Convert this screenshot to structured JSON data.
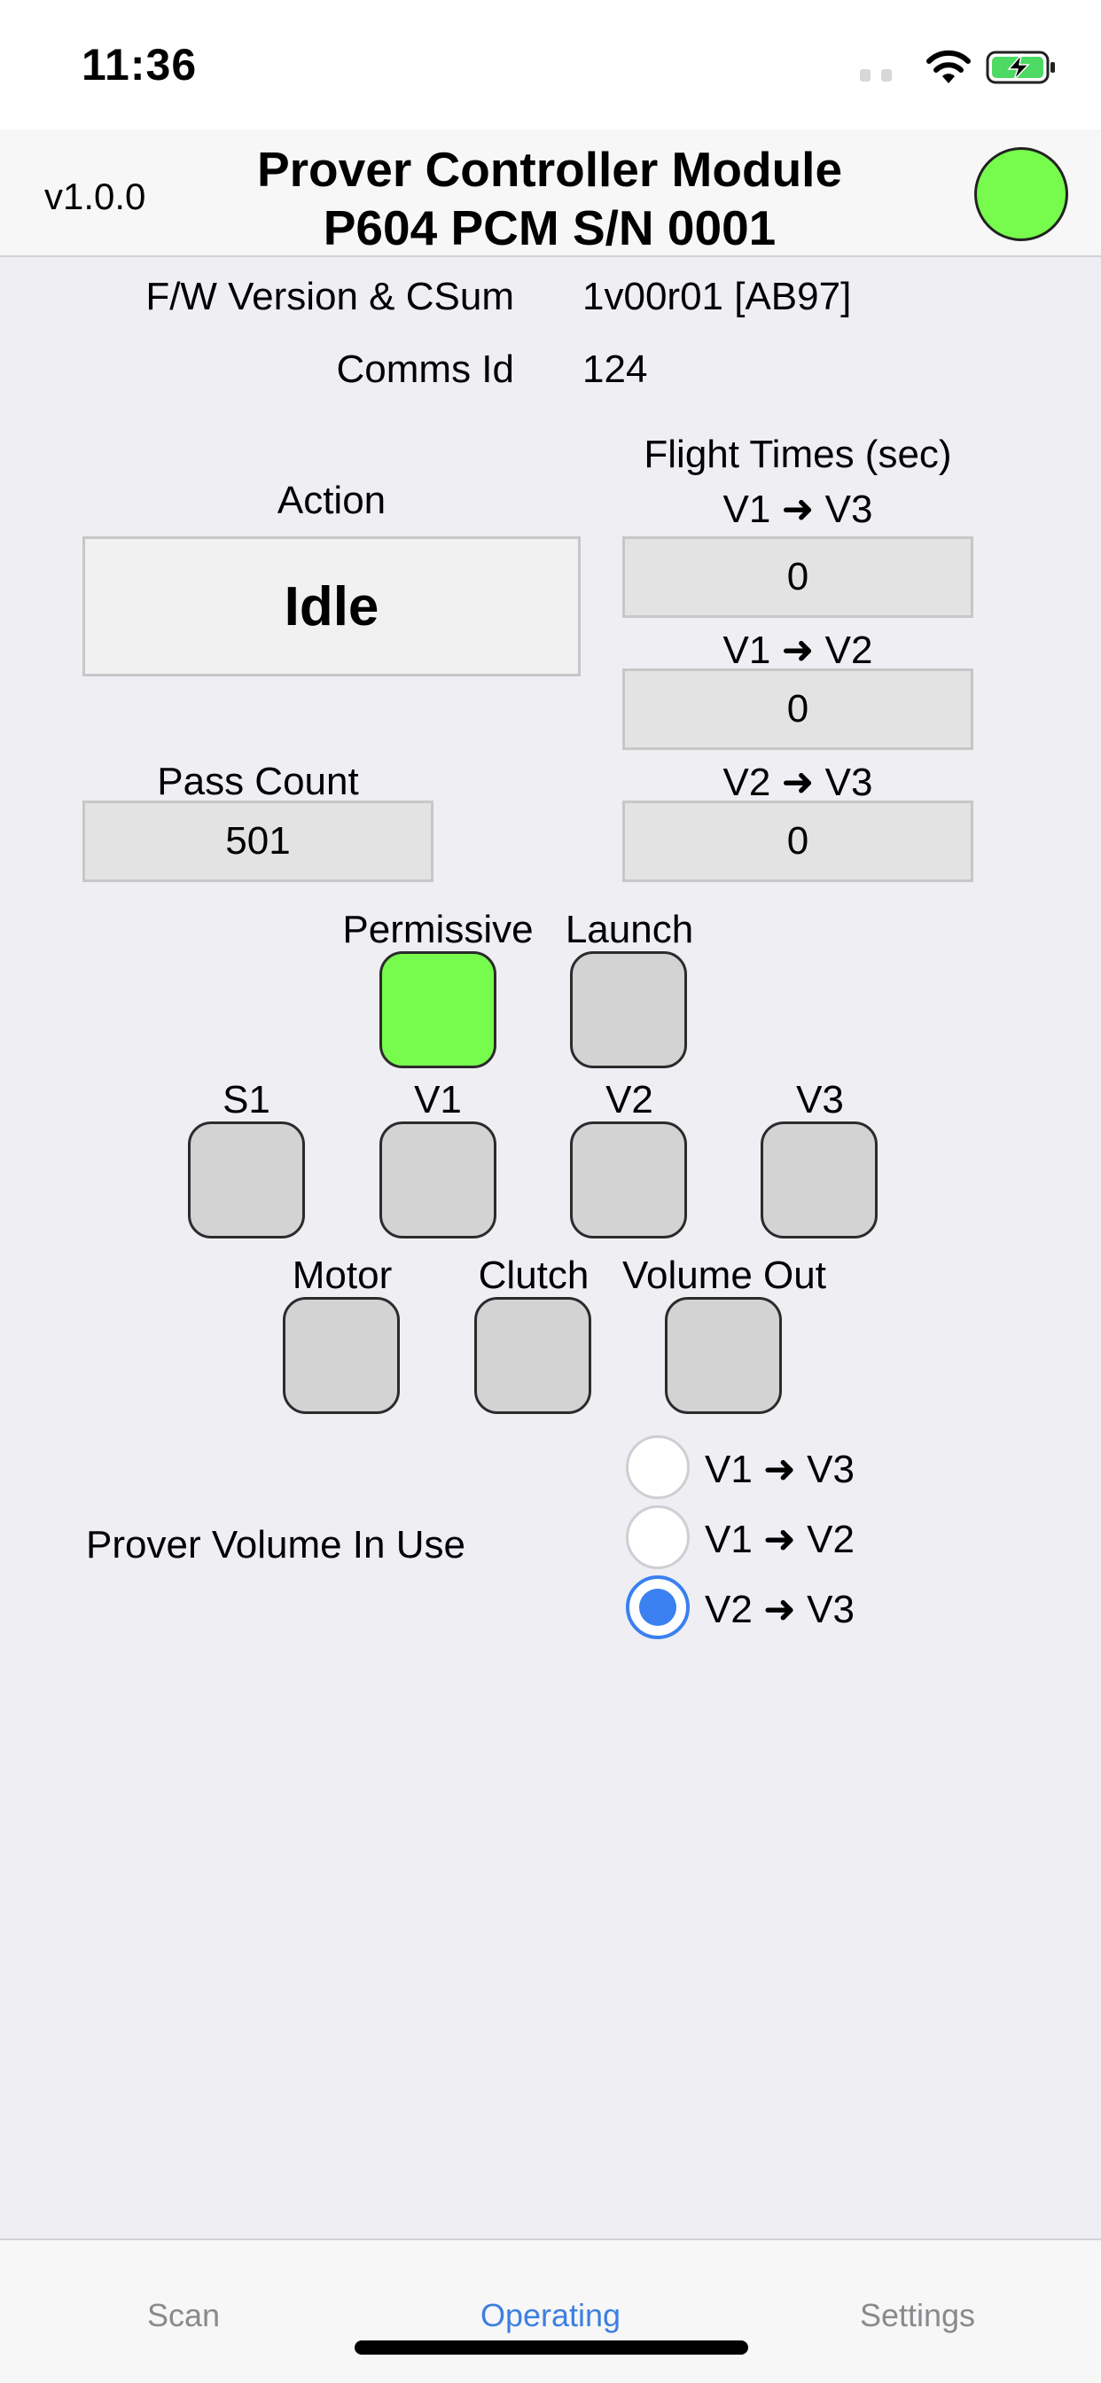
{
  "status_bar": {
    "time": "11:36"
  },
  "header": {
    "version": "v1.0.0",
    "title_line1": "Prover Controller Module",
    "title_line2": "P604 PCM S/N 0001",
    "connection_color": "#77fb4c"
  },
  "info": {
    "fw_label": "F/W Version & CSum",
    "fw_value": "1v00r01 [AB97]",
    "comms_label": "Comms Id",
    "comms_value": "124"
  },
  "action": {
    "label": "Action",
    "value": "Idle"
  },
  "flight_times": {
    "title": "Flight Times (sec)",
    "items": [
      {
        "label": "V1 ➜ V3",
        "value": "0"
      },
      {
        "label": "V1 ➜ V2",
        "value": "0"
      },
      {
        "label": "V2 ➜ V3",
        "value": "0"
      }
    ]
  },
  "pass_count": {
    "label": "Pass Count",
    "value": "501"
  },
  "indicators": {
    "row1": [
      {
        "label": "Permissive",
        "on": true
      },
      {
        "label": "Launch",
        "on": false
      }
    ],
    "row2": [
      {
        "label": "S1",
        "on": false
      },
      {
        "label": "V1",
        "on": false
      },
      {
        "label": "V2",
        "on": false
      },
      {
        "label": "V3",
        "on": false
      }
    ],
    "row3": [
      {
        "label": "Motor",
        "on": false
      },
      {
        "label": "Clutch",
        "on": false
      },
      {
        "label": "Volume Out",
        "on": false
      }
    ],
    "on_color": "#77fb4c",
    "off_color": "#d3d3d3"
  },
  "prover_volume": {
    "label": "Prover Volume In Use",
    "options": [
      "V1 ➜ V3",
      "V1 ➜ V2",
      "V2 ➜ V3"
    ],
    "selected_index": 2,
    "accent": "#3a80f0"
  },
  "tabs": [
    {
      "label": "Scan",
      "active": false
    },
    {
      "label": "Operating",
      "active": true
    },
    {
      "label": "Settings",
      "active": false
    }
  ]
}
